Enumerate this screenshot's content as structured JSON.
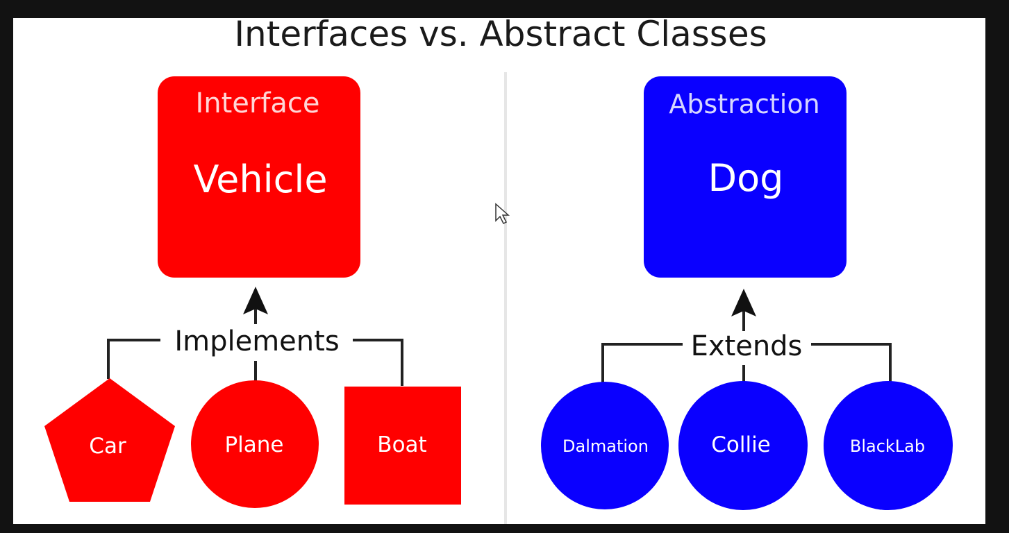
{
  "title": "Interfaces vs. Abstract Classes",
  "left_panel": {
    "box": {
      "kind": "Interface",
      "name": "Vehicle"
    },
    "relation": "Implements",
    "children": [
      {
        "label": "Car",
        "shape": "pentagon"
      },
      {
        "label": "Plane",
        "shape": "circle"
      },
      {
        "label": "Boat",
        "shape": "square"
      }
    ],
    "color": "#ff0000"
  },
  "right_panel": {
    "box": {
      "kind": "Abstraction",
      "name": "Dog"
    },
    "relation": "Extends",
    "children": [
      {
        "label": "Dalmation",
        "shape": "circle"
      },
      {
        "label": "Collie",
        "shape": "circle"
      },
      {
        "label": "BlackLab",
        "shape": "circle"
      }
    ],
    "color": "#0a00ff"
  },
  "cursor_icon": "mouse-pointer-icon"
}
